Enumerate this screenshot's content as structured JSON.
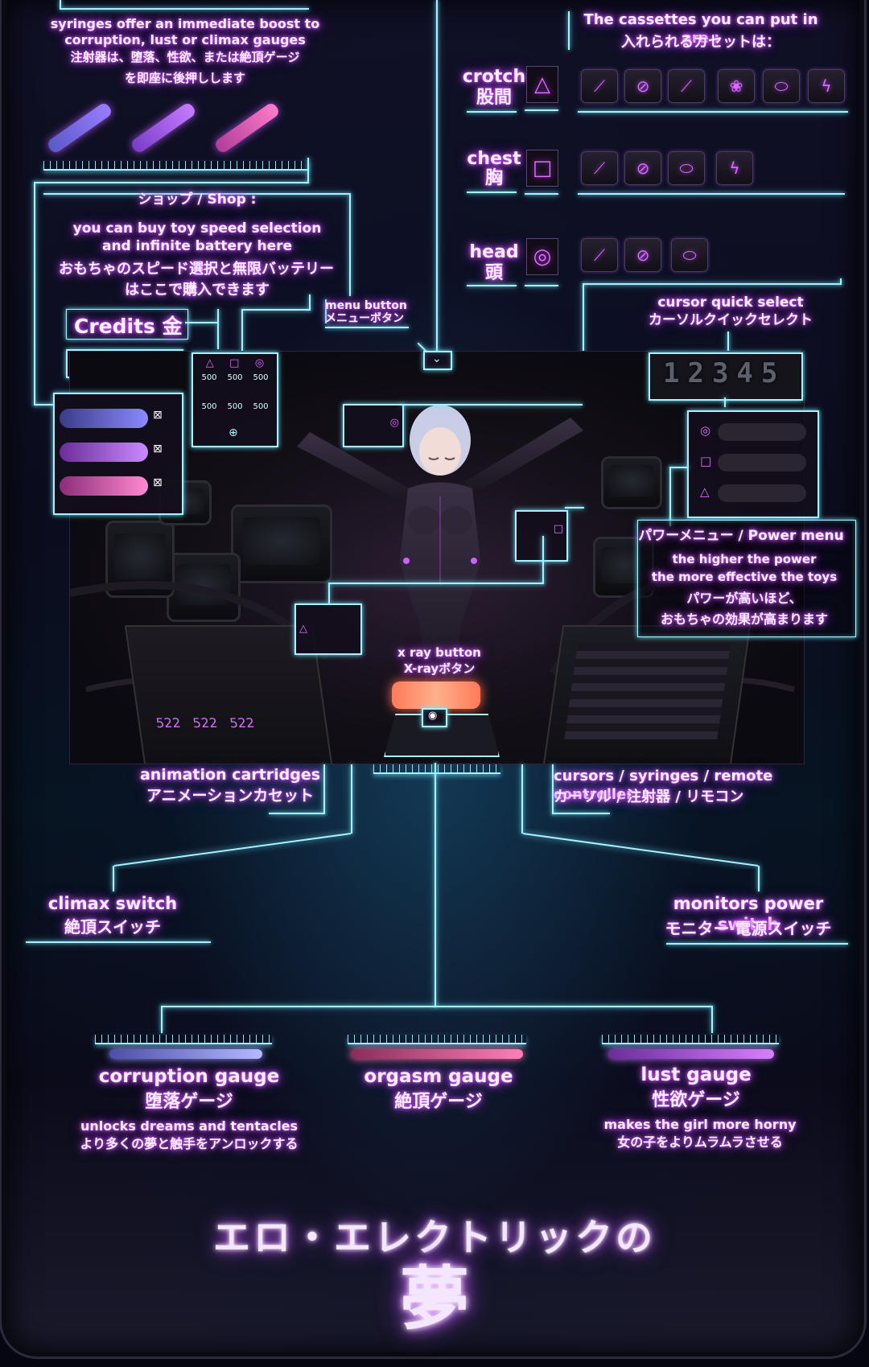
{
  "syringes": {
    "en": "syringes offer an immediate boost to corruption, lust or climax gauges",
    "jp1": "注射器は、堕落、性欲、または絶頂ゲージ",
    "jp2": "を即座に後押しします"
  },
  "cassettes": {
    "en": "The cassettes you can put in are :",
    "jp": "入れられるカセットは："
  },
  "slots": {
    "crotch": {
      "en": "crotch",
      "jp": "股間",
      "symbol": "△",
      "icons": [
        "vibe-icon",
        "wand-icon",
        "dildo-icon",
        "anal-icon",
        "egg-icon",
        "lightning-icon"
      ]
    },
    "chest": {
      "en": "chest",
      "jp": "胸",
      "symbol": "□",
      "icons": [
        "vibe-icon",
        "wand-icon",
        "egg-icon",
        "lightning-icon"
      ]
    },
    "head": {
      "en": "head",
      "jp": "頭",
      "symbol": "◎",
      "icons": [
        "vibe-icon",
        "wand-icon",
        "egg-icon"
      ]
    }
  },
  "shop": {
    "title": "ショップ / Shop :",
    "en1": "you can buy toy speed selection",
    "en2": "and infinite battery here",
    "jp1": "おもちゃのスピード選択と無限バッテリー",
    "jp2": "はここで購入できます"
  },
  "credits": {
    "label": "Credits 金"
  },
  "menu_button": {
    "en": "menu button",
    "jp": "メニューボタン"
  },
  "cursor_quick": {
    "en": "cursor quick select",
    "jp": "カーソルクイックセレクト",
    "digits": "12345"
  },
  "toy_panel": {
    "speeds": [
      "500",
      "500",
      "500"
    ]
  },
  "power_menu": {
    "title": "パワーメニュー / Power menu",
    "en1": "the higher the power",
    "en2": "the more effective the toys",
    "jp1": "パワーが高いほど、",
    "jp2": "おもちゃの効果が高まります"
  },
  "xray": {
    "en": "x ray button",
    "jp": "X-rayボタン"
  },
  "animation": {
    "en": "animation cartridges",
    "jp": "アニメーションカセット"
  },
  "cursors": {
    "en": "cursors / syringes / remote controller",
    "jp": "カーソル / 注射器 / リモコン"
  },
  "climax_switch": {
    "en": "climax switch",
    "jp": "絶頂スイッチ"
  },
  "monitors_switch": {
    "en": "monitors power switch",
    "jp": "モニター 電源スイッチ"
  },
  "gauges": {
    "corruption": {
      "en": "corruption gauge",
      "jp": "堕落ゲージ",
      "desc_en": "unlocks dreams and tentacles",
      "desc_jp": "より多くの夢と触手をアンロックする",
      "color": "#b6b9ff"
    },
    "orgasm": {
      "en": "orgasm gauge",
      "jp": "絶頂ゲージ",
      "color": "#ff7fb8"
    },
    "lust": {
      "en": "lust gauge",
      "jp": "性欲ゲージ",
      "desc_en": "makes the girl more horny",
      "desc_jp": "女の子をよりムラムラさせる",
      "color": "#d97fff"
    }
  },
  "title": {
    "line1": "エロ・エレクトリックの",
    "line2": "夢"
  },
  "colors": {
    "accent": "#a8f2ff",
    "glow": "#c54cff"
  }
}
